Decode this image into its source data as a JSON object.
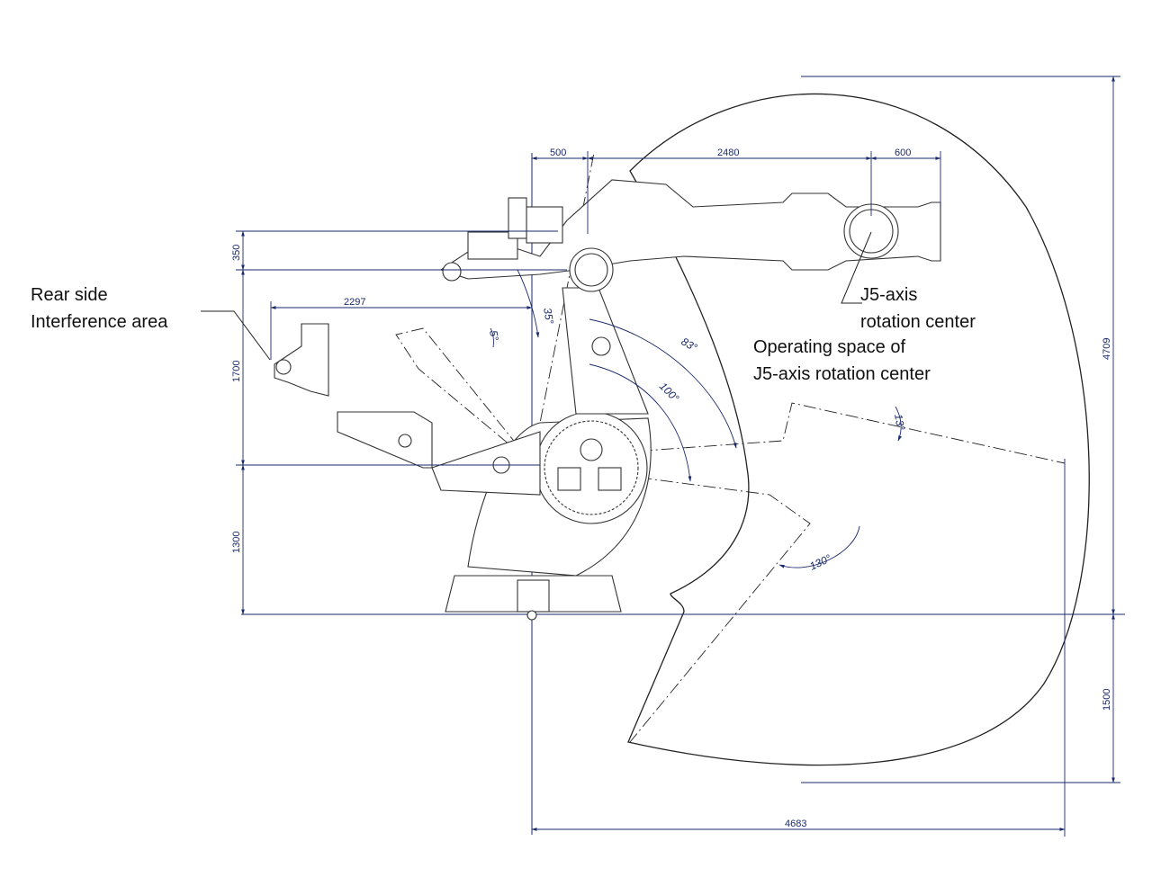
{
  "labels": {
    "rear_line1": "Rear side",
    "rear_line2": "Interference area",
    "j5_line1": "J5-axis",
    "j5_line2": "rotation center",
    "op_line1": "Operating space of",
    "op_line2": "J5-axis rotation center"
  },
  "dimensions": {
    "d500": "500",
    "d2480": "2480",
    "d600": "600",
    "d350": "350",
    "d2297": "2297",
    "d1700": "1700",
    "d1300": "1300",
    "d4709": "4709",
    "d1500": "1500",
    "d4683": "4683"
  },
  "angles": {
    "a35": "35°",
    "a5": "5°",
    "a83": "83°",
    "a100": "100°",
    "a13": "13°",
    "a130": "130°"
  },
  "colors": {
    "dimension": "#1a2a6b",
    "linework": "#222222",
    "background": "#ffffff"
  }
}
